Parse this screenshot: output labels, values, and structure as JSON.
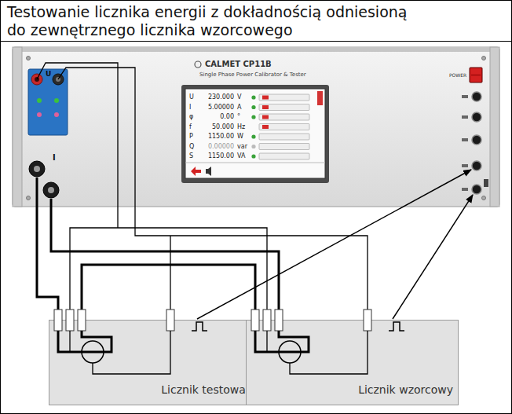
{
  "diagram": {
    "title": "Testowanie licznika energii z dokładnością odniesioną do zewnętrznego licznika wzorcowego",
    "nodes": [
      {
        "text": [
          "Licznik testowany"
        ]
      },
      {
        "text": [
          "Licznik wzorcowy"
        ]
      }
    ],
    "edges": [
      {
        "from": 0,
        "to": 1,
        "arrow": "none"
      }
    ],
    "labels": [
      "CALMET CP11B",
      "Single Phase Power Calibrator & Tester",
      "POWER",
      "U",
      "I",
      "U",
      "230.000",
      "V",
      "I",
      "5.00000",
      "A",
      "φ",
      "0.00",
      "°",
      "f",
      "50.000",
      "Hz",
      "P",
      "1150.00",
      "W",
      "Q",
      "0.00000",
      "var",
      "S",
      "1150.00",
      "VA"
    ]
  }
}
